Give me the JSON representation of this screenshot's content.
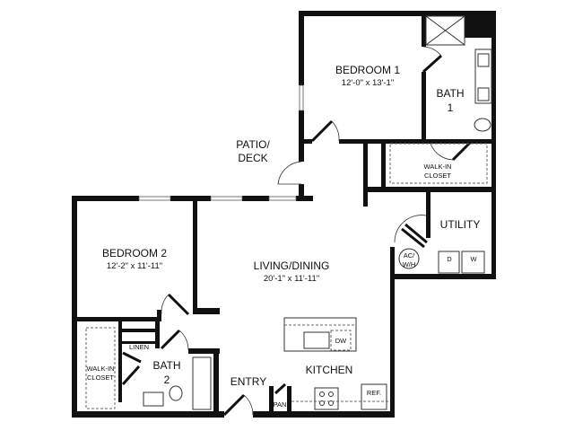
{
  "rooms": {
    "patio": {
      "line1": "PATIO/",
      "line2": "DECK"
    },
    "bedroom1": {
      "name": "BEDROOM 1",
      "dims": "12'-0\" x 13'-1\""
    },
    "bath1": {
      "line1": "BATH",
      "line2": "1"
    },
    "closet1": {
      "line1": "WALK-IN",
      "line2": "CLOSET"
    },
    "utility": {
      "name": "UTILITY",
      "dryer": "D",
      "washer": "W"
    },
    "acwh": {
      "line1": "AC/",
      "line2": "W/H"
    },
    "bedroom2": {
      "name": "BEDROOM 2",
      "dims": "12'-2\" x 11'-11\""
    },
    "living": {
      "name": "LIVING/DINING",
      "dims": "20'-1\" x 11'-11\""
    },
    "kitchen": {
      "name": "KITCHEN",
      "dishwasher": "DW",
      "fridge": "REF."
    },
    "linen": {
      "name": "LINEN"
    },
    "closet2": {
      "line1": "WALK-IN",
      "line2": "CLOSET"
    },
    "bath2": {
      "line1": "BATH",
      "line2": "2"
    },
    "entry": {
      "name": "ENTRY"
    },
    "pantry": {
      "name": "PAN"
    }
  }
}
